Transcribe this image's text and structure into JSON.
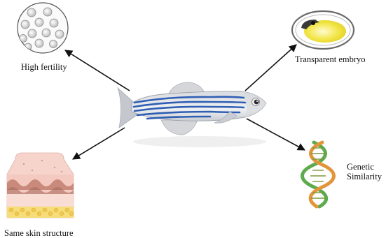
{
  "diagram": {
    "center": {
      "subject": "zebrafish-illustration"
    },
    "traits": {
      "high_fertility": "High fertility",
      "transparent_embryo": "Transparent embryo",
      "genetic_similarity_line1": "Genetic",
      "genetic_similarity_line2": "Similarity",
      "skin_structure": "Same skin structure"
    },
    "colors": {
      "stripe": "#2f5fb3",
      "fish_body": "#e4e6ea",
      "yolk": "#f1e44a",
      "skin_pink": "#f4c9c0",
      "skin_yellow": "#f6dd7a",
      "dna_green": "#5cab4d",
      "dna_orange": "#e2953a",
      "arrow": "#111111"
    }
  }
}
